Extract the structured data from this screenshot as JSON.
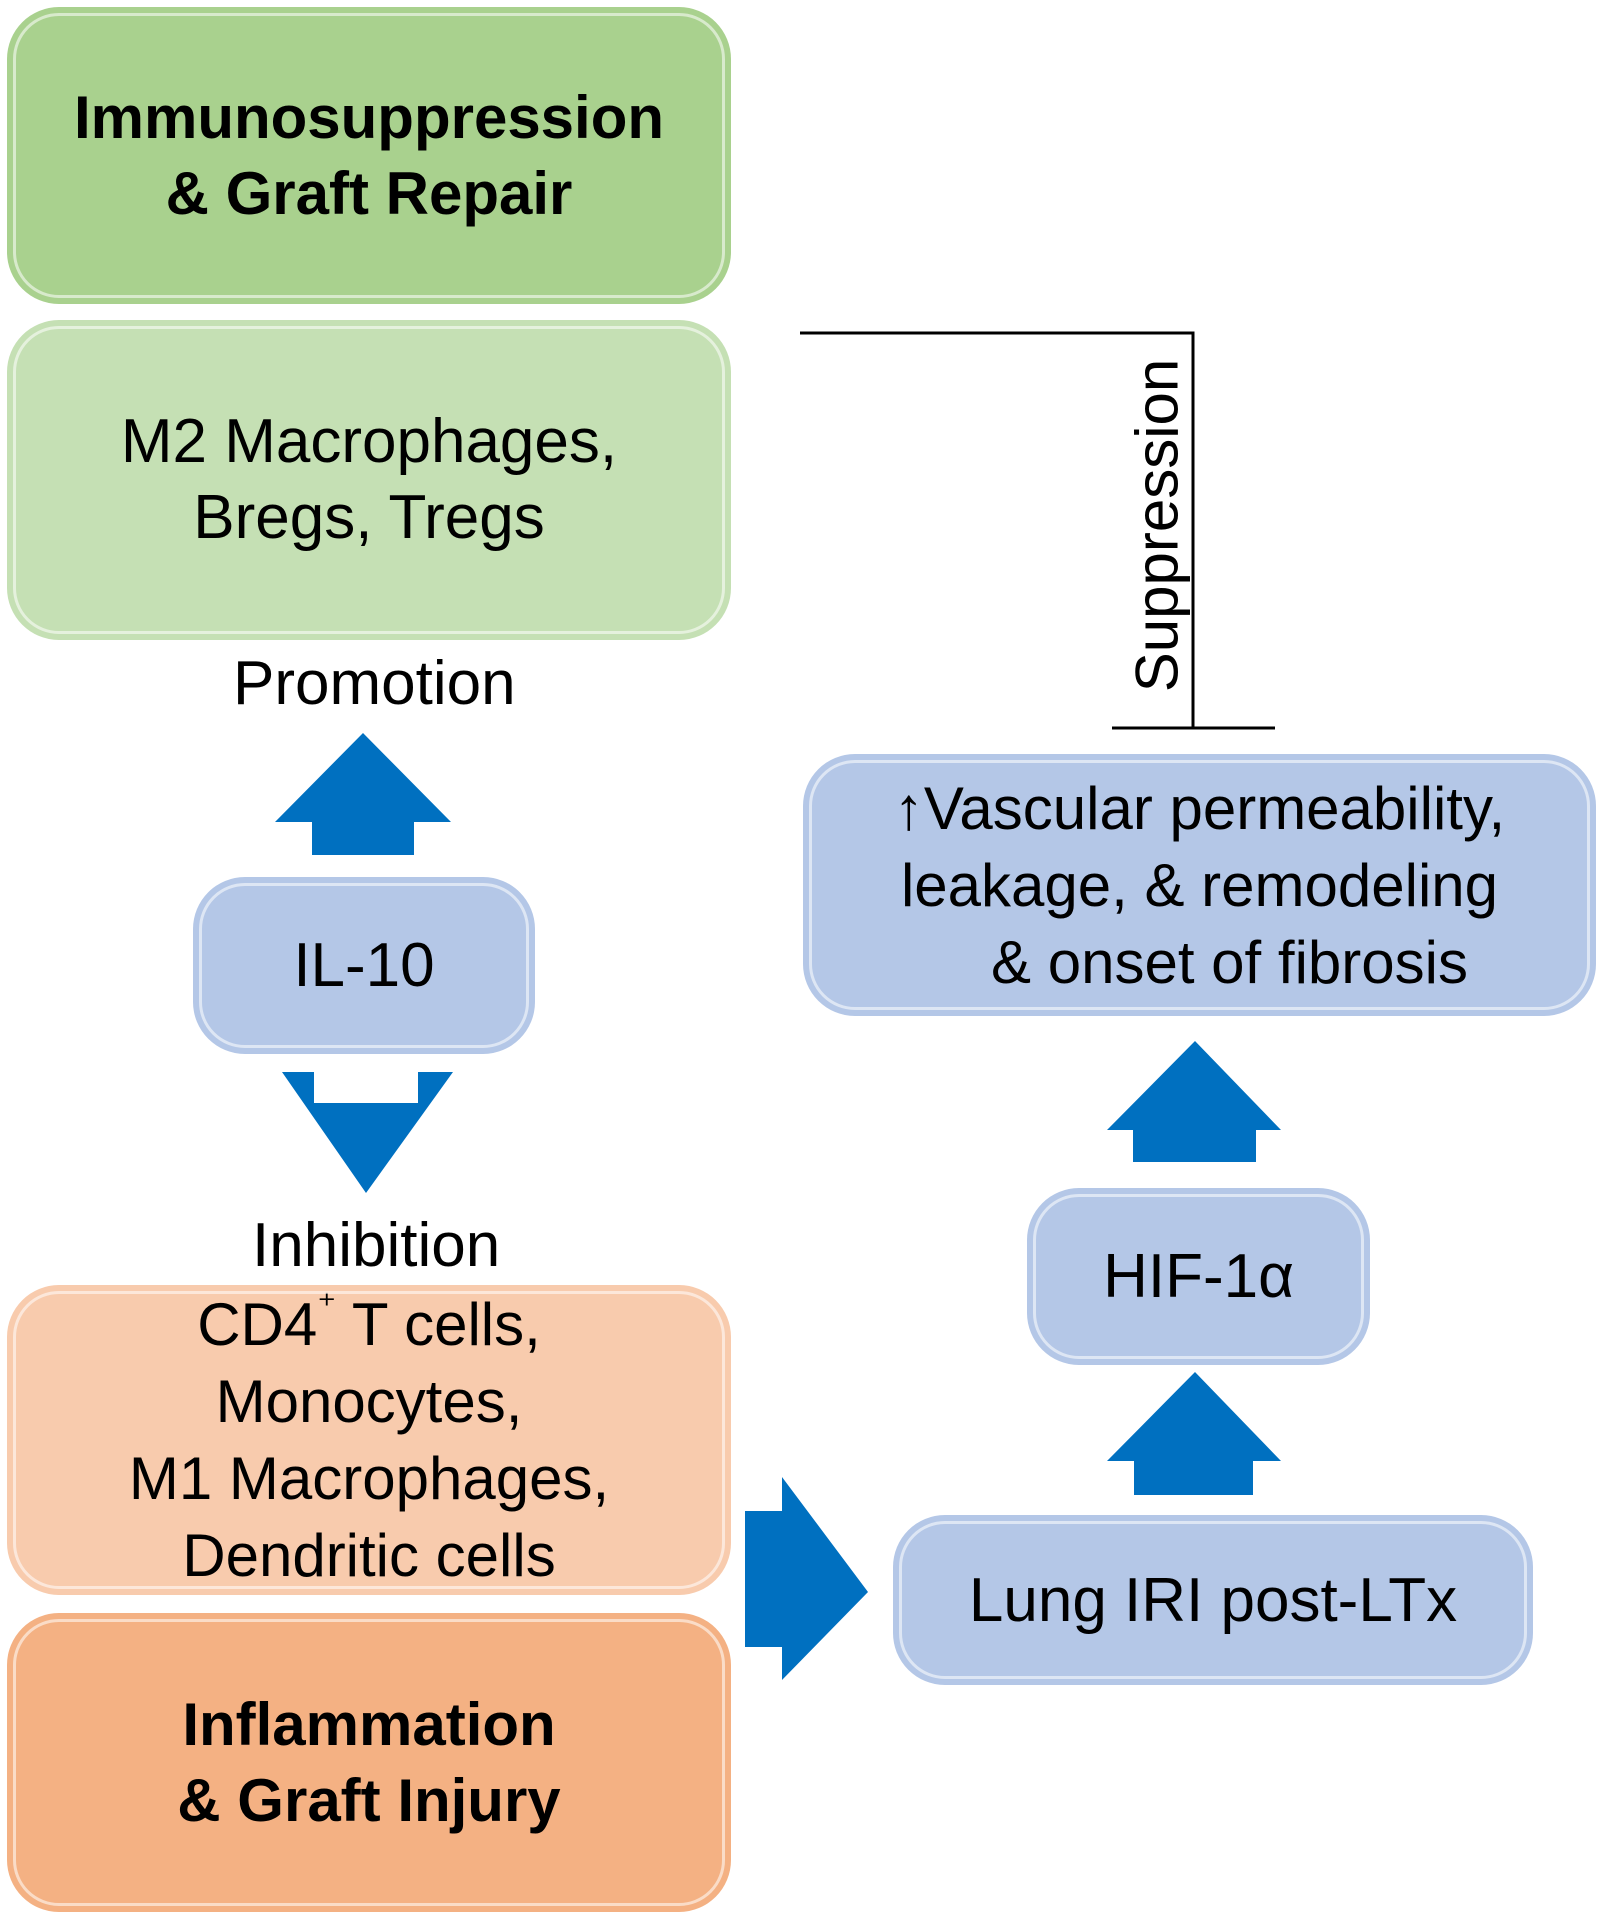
{
  "boxes": {
    "immunosuppression": {
      "lines": [
        "Immunosuppression",
        "& Graft Repair"
      ],
      "color": "#a9d18e"
    },
    "m2": {
      "lines": [
        "M2 Macrophages,",
        "Bregs, Tregs"
      ],
      "color": "#c5e0b4"
    },
    "il10": {
      "text": "IL-10",
      "color": "#b4c7e7"
    },
    "cd4": {
      "lines": [
        "CD4",
        "⁺",
        " T cells,",
        "Monocytes,",
        "M1 Macrophages,",
        "Dendritic cells"
      ],
      "color": "#f8cbad"
    },
    "inflammation": {
      "lines": [
        "Inflammation",
        "& Graft Injury"
      ],
      "color": "#f4b183"
    },
    "vascular": {
      "lines": [
        "↑Vascular permeability,",
        "leakage, & remodeling",
        "& onset of fibrosis"
      ],
      "color": "#b4c7e7"
    },
    "hif": {
      "text": "HIF-1α",
      "color": "#b4c7e7"
    },
    "lung": {
      "text": "Lung IRI post-LTx",
      "color": "#b4c7e7"
    }
  },
  "labels": {
    "promotion": "Promotion",
    "inhibition": "Inhibition",
    "suppression": "Suppression"
  },
  "colors": {
    "arrow": "#0070c0",
    "line": "#000000"
  }
}
